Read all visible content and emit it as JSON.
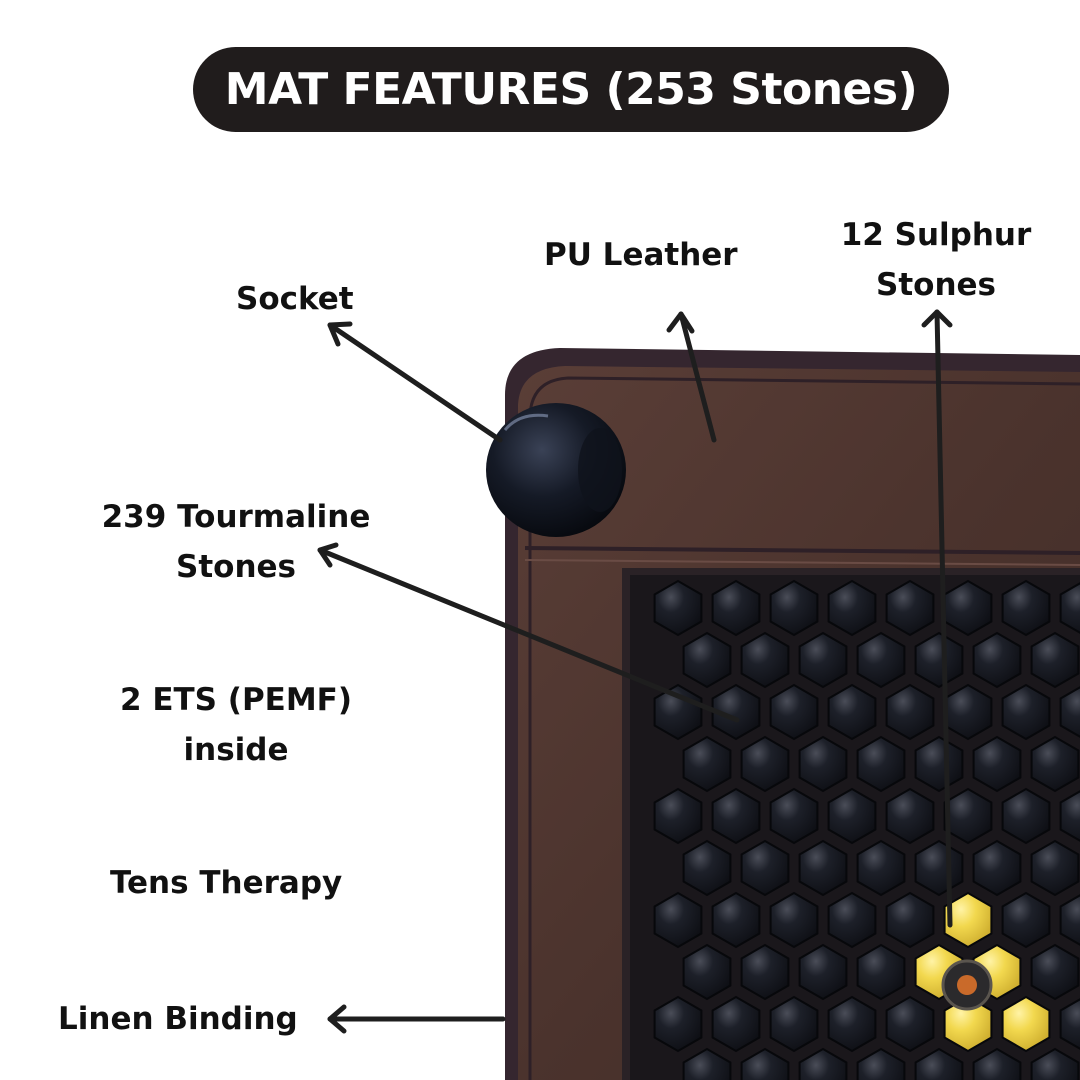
{
  "title": "MAT FEATURES (253 Stones)",
  "labels": {
    "socket": "Socket",
    "pu_leather": "PU Leather",
    "sulphur": [
      "12 Sulphur",
      "Stones"
    ],
    "tourmaline": [
      "239 Tourmaline",
      "Stones"
    ],
    "ets": [
      "2 ETS (PEMF)",
      "inside"
    ],
    "tens": "Tens Therapy",
    "linen": "Linen Binding"
  },
  "colors": {
    "title_bg": "#201c1c",
    "leather": "#4e3530",
    "binding": "#3a2a34",
    "tourmaline_stone": "#14161d",
    "sulphur_stone": "#f0d24a",
    "arrow": "#1e1e1e"
  }
}
